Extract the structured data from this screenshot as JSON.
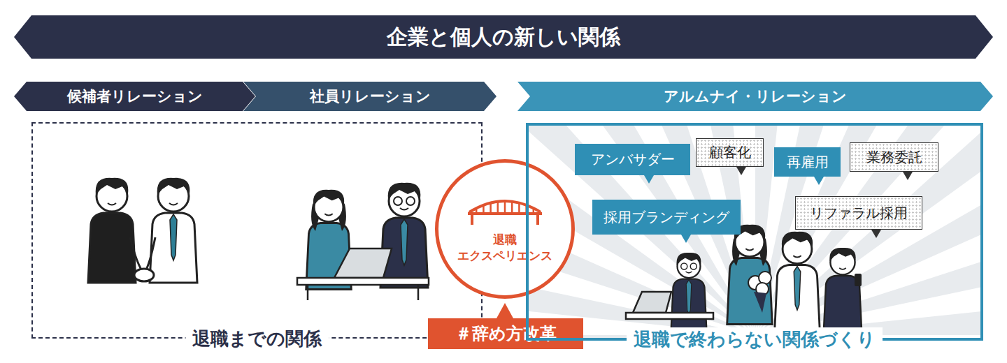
{
  "diagram": {
    "title": "企業と個人の新しい関係",
    "nodes": [
      {
        "text": [
          "候補者リレーション"
        ]
      },
      {
        "text": [
          "社員リレーション"
        ]
      },
      {
        "text": [
          "アルムナイ・リレーション"
        ]
      },
      {
        "text": [
          "退職までの関係"
        ]
      },
      {
        "text": [
          "退職 エクスペリエンス"
        ]
      },
      {
        "text": [
          "＃辞め方改革"
        ]
      },
      {
        "text": [
          "退職で終わらない関係づくり"
        ]
      },
      {
        "text": [
          "アンバサダー"
        ],
        "in": 6
      },
      {
        "text": [
          "顧客化"
        ],
        "in": 6
      },
      {
        "text": [
          "再雇用"
        ],
        "in": 6
      },
      {
        "text": [
          "業務委託"
        ],
        "in": 6
      },
      {
        "text": [
          "採用ブランディング"
        ],
        "in": 6
      },
      {
        "text": [
          "リファラル採用"
        ],
        "in": 6
      }
    ]
  }
}
